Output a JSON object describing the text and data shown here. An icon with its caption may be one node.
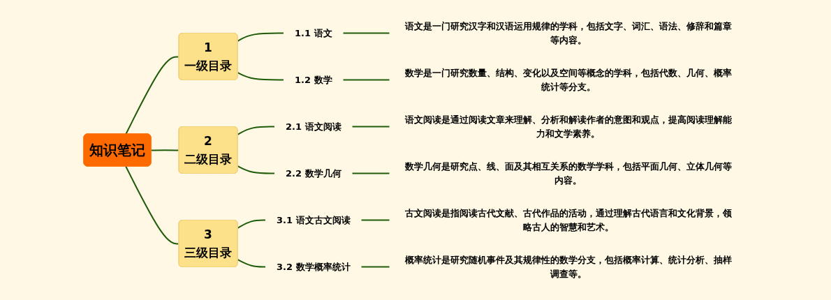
{
  "diagram": {
    "nodes": [
      {
        "text": [
          "知识笔记"
        ]
      },
      {
        "text": [
          "1",
          "一级目录"
        ]
      },
      {
        "text": [
          "1.1 语文"
        ]
      },
      {
        "text": [
          "语文是一门研究汉字和汉语运用规律的学科，包括文字、词汇、语法、修辞和篇章等内容。"
        ]
      },
      {
        "text": [
          "1.2 数学"
        ]
      },
      {
        "text": [
          "数学是一门研究数量、结构、变化以及空间等概念的学科，包括代数、几何、概率统计等分支。"
        ]
      },
      {
        "text": [
          "2",
          "二级目录"
        ]
      },
      {
        "text": [
          "2.1 语文阅读"
        ]
      },
      {
        "text": [
          "语文阅读是通过阅读文章来理解、分析和解读作者的意图和观点，提高阅读理解能力和文学素养。"
        ]
      },
      {
        "text": [
          "2.2 数学几何"
        ]
      },
      {
        "text": [
          "数学几何是研究点、线、面及其相互关系的数学学科，包括平面几何、立体几何等内容。"
        ]
      },
      {
        "text": [
          "3",
          "三级目录"
        ]
      },
      {
        "text": [
          "3.1 语文古文阅读"
        ]
      },
      {
        "text": [
          "古文阅读是指阅读古代文献、古代作品的活动，通过理解古代语言和文化背景，领略古人的智慧和艺术。"
        ]
      },
      {
        "text": [
          "3.2 数学概率统计"
        ]
      },
      {
        "text": [
          "概率统计是研究随机事件及其规律性的数学分支，包括概率计算、统计分析、抽样调查等。"
        ]
      }
    ],
    "edges": [
      {
        "from": 0,
        "to": 1,
        "arrow": "none"
      },
      {
        "from": 1,
        "to": 2,
        "arrow": "none"
      },
      {
        "from": 2,
        "to": 3,
        "arrow": "none"
      },
      {
        "from": 1,
        "to": 4,
        "arrow": "none"
      },
      {
        "from": 4,
        "to": 5,
        "arrow": "none"
      },
      {
        "from": 0,
        "to": 6,
        "arrow": "none"
      },
      {
        "from": 6,
        "to": 7,
        "arrow": "none"
      },
      {
        "from": 7,
        "to": 8,
        "arrow": "none"
      },
      {
        "from": 6,
        "to": 9,
        "arrow": "none"
      },
      {
        "from": 9,
        "to": 10,
        "arrow": "none"
      },
      {
        "from": 0,
        "to": 11,
        "arrow": "none"
      },
      {
        "from": 11,
        "to": 12,
        "arrow": "none"
      },
      {
        "from": 12,
        "to": 13,
        "arrow": "none"
      },
      {
        "from": 11,
        "to": 14,
        "arrow": "none"
      },
      {
        "from": 14,
        "to": 15,
        "arrow": "none"
      }
    ]
  }
}
